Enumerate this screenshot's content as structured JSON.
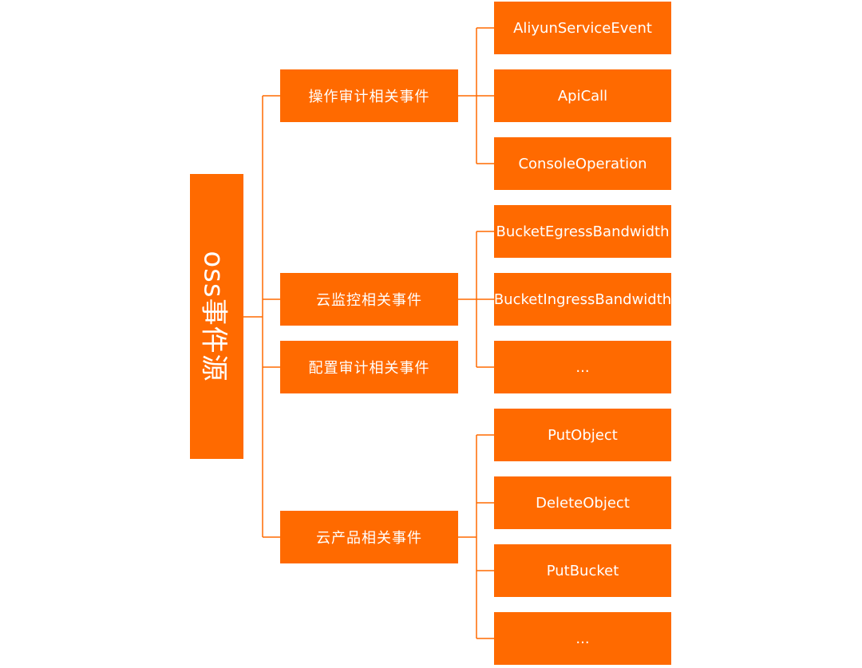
{
  "colors": {
    "node": "#ff6a00",
    "text": "#ffffff",
    "line": "#ff6a00"
  },
  "root": {
    "label": "oss事件源"
  },
  "categories": [
    {
      "label": "操作审计相关事件",
      "children": [
        "AliyunServiceEvent",
        "ApiCall",
        "ConsoleOperation"
      ]
    },
    {
      "label": "云监控相关事件",
      "children": [
        "BucketEgressBandwidth",
        "BucketIngressBandwidth",
        "..."
      ]
    },
    {
      "label": "配置审计相关事件",
      "children": []
    },
    {
      "label": "云产品相关事件",
      "children": [
        "PutObject",
        "DeleteObject",
        "PutBucket",
        "..."
      ]
    }
  ]
}
